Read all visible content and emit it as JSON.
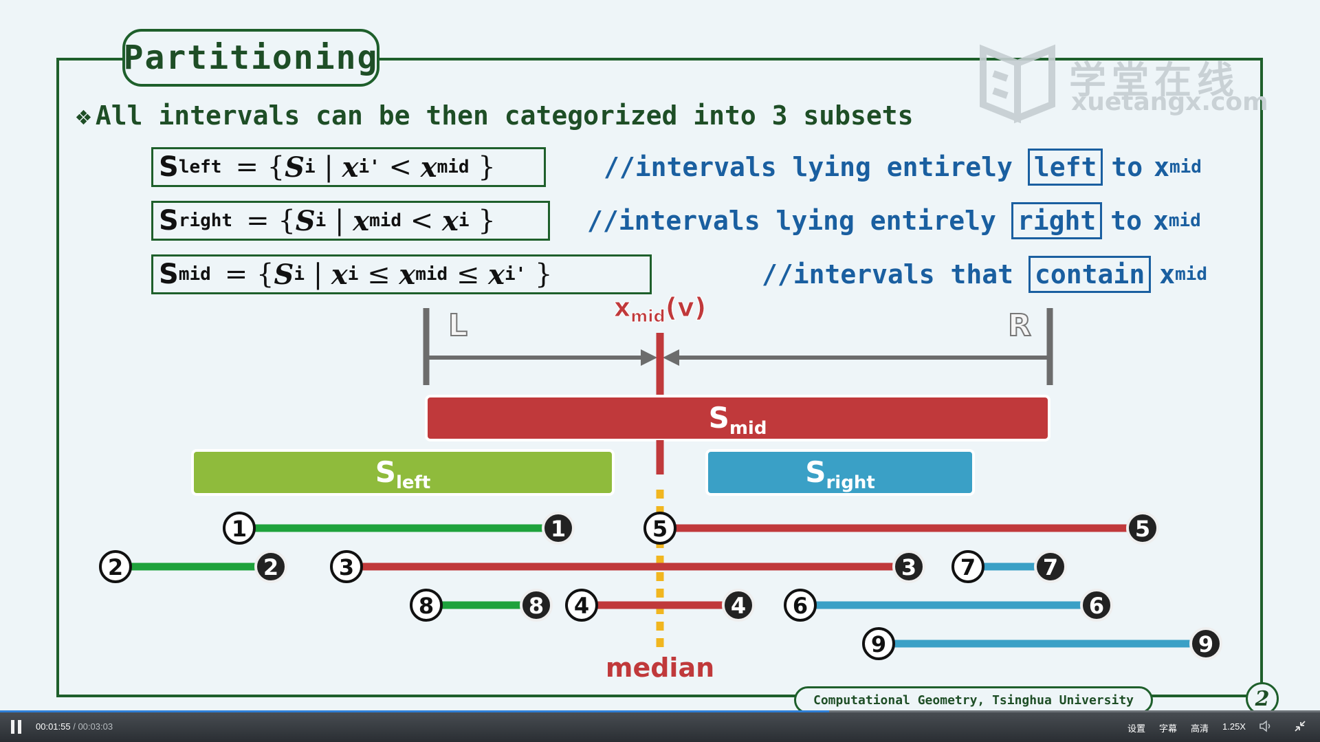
{
  "slide": {
    "title": "Partitioning",
    "bullet": "All intervals can be then categorized into 3 subsets",
    "bullet_marker": "❖",
    "formulas": [
      {
        "set": "S",
        "set_sub": "left",
        "body_a": "= { ",
        "Si": "S",
        "Si_sub": "i",
        "bar": " | ",
        "lhs": "x",
        "lhs_sub": "i'",
        "op": " < ",
        "rhs": "x",
        "rhs_sub": "mid",
        "close": " }"
      },
      {
        "set": "S",
        "set_sub": "right",
        "body_a": "= { ",
        "Si": "S",
        "Si_sub": "i",
        "bar": " | ",
        "lhs": "x",
        "lhs_sub": "mid",
        "op": " < ",
        "rhs": "x",
        "rhs_sub": "i",
        "close": " }"
      },
      {
        "set": "S",
        "set_sub": "mid",
        "body_a": "= { ",
        "Si": "S",
        "Si_sub": "i",
        "bar": " | ",
        "lhs": "x",
        "lhs_sub": "i",
        "op": " ≤ ",
        "mid": "x",
        "mid_sub": "mid",
        "op2": " ≤ ",
        "rhs": "x",
        "rhs_sub": "i'",
        "close": " }"
      }
    ],
    "comments": [
      {
        "prefix": "//intervals lying entirely",
        "keyword": "left",
        "to": "to",
        "x": "x",
        "x_sub": "mid"
      },
      {
        "prefix": "//intervals lying entirely",
        "keyword": "right",
        "to": "to",
        "x": "x",
        "x_sub": "mid"
      },
      {
        "prefix": "//intervals that",
        "keyword": "contain",
        "to": "",
        "x": "x",
        "x_sub": "mid"
      }
    ],
    "diagram": {
      "xmid_label": "x",
      "xmid_sub": "mid",
      "xmid_suffix": "(v)",
      "L": "L",
      "R": "R",
      "smid_label": "S",
      "smid_sub": "mid",
      "sleft_label": "S",
      "sleft_sub": "left",
      "sright_label": "S",
      "sright_sub": "right",
      "median": "median",
      "intervals": [
        {
          "id": "1",
          "set": "left"
        },
        {
          "id": "2",
          "set": "left"
        },
        {
          "id": "8",
          "set": "left"
        },
        {
          "id": "3",
          "set": "mid"
        },
        {
          "id": "4",
          "set": "mid"
        },
        {
          "id": "5",
          "set": "mid"
        },
        {
          "id": "6",
          "set": "right"
        },
        {
          "id": "7",
          "set": "right"
        },
        {
          "id": "9",
          "set": "right"
        }
      ]
    },
    "footer": "Computational Geometry, Tsinghua University",
    "page_number": "2",
    "watermark_cn": "学堂在线",
    "watermark_en": "xuetangx.com",
    "colors": {
      "frame": "#1e5f2b",
      "left": "#1ea23c",
      "mid": "#c0393b",
      "right": "#3aa0c6",
      "median": "#f1b61f",
      "comment": "#1a5fa0"
    }
  },
  "player": {
    "current_time": "00:01:55",
    "separator": " / ",
    "total_time": "00:03:03",
    "progress": 0.628,
    "settings_label": "设置",
    "subtitles_label": "字幕",
    "quality_label": "高清",
    "speed_label": "1.25X"
  }
}
